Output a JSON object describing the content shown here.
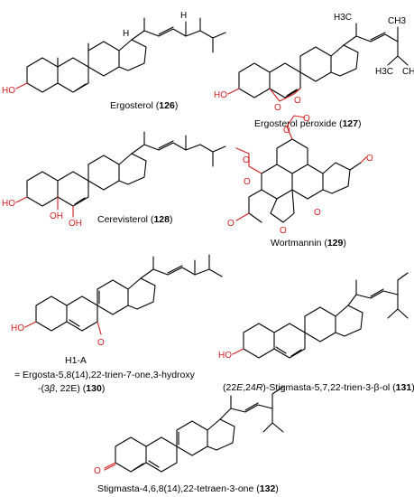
{
  "colors": {
    "bond": "#000000",
    "heteroatom": "#d21f1f",
    "background": "#ffffff"
  },
  "compounds": [
    {
      "id": "126",
      "name": "Ergosterol",
      "caption_prefix": "Ergosterol (",
      "number": "126",
      "caption_suffix": ")"
    },
    {
      "id": "127",
      "name": "Ergosterol peroxide",
      "caption_prefix": "Ergosterol peroxide  (",
      "number": "127",
      "caption_suffix": ")"
    },
    {
      "id": "128",
      "name": "Cerevisterol",
      "caption_prefix": "Cerevisterol (",
      "number": "128",
      "caption_suffix": ")"
    },
    {
      "id": "129",
      "name": "Wortmannin",
      "caption_prefix": "Wortmannin (",
      "number": "129",
      "caption_suffix": ")"
    },
    {
      "id": "130",
      "name": "H1-A",
      "caption_line1": "H1-A",
      "caption_line2": "= Ergosta-5,8(14),22-trien-7-one,3-hydroxy",
      "caption_line3_prefix": "-(3",
      "caption_line3_beta": "β",
      "caption_line3_mid": ", 22E) (",
      "number": "130",
      "caption_suffix": ")"
    },
    {
      "id": "131",
      "name": "(22E,24R)-Stigmasta-5,7,22-trien-3-β-ol",
      "caption_p1": "(22",
      "caption_e": "E",
      "caption_p2": ",24",
      "caption_r": "R",
      "caption_p3": ")-Stigmasta-5,7,22-trien-3-β-ol (",
      "number": "131",
      "caption_suffix": ")"
    },
    {
      "id": "132",
      "name": "Stigmasta-4,6,8(14),22-tetraen-3-one",
      "caption_prefix": "Stigmasta-4,6,8(14),22-tetraen-3-one (",
      "number": "132",
      "caption_suffix": ")"
    }
  ],
  "atom_labels": {
    "methyl": "CH3",
    "ho": "HO",
    "oh": "OH",
    "o": "O",
    "h": "H",
    "h3c": "H3C",
    "ch3": "CH3",
    "meo": "O"
  }
}
